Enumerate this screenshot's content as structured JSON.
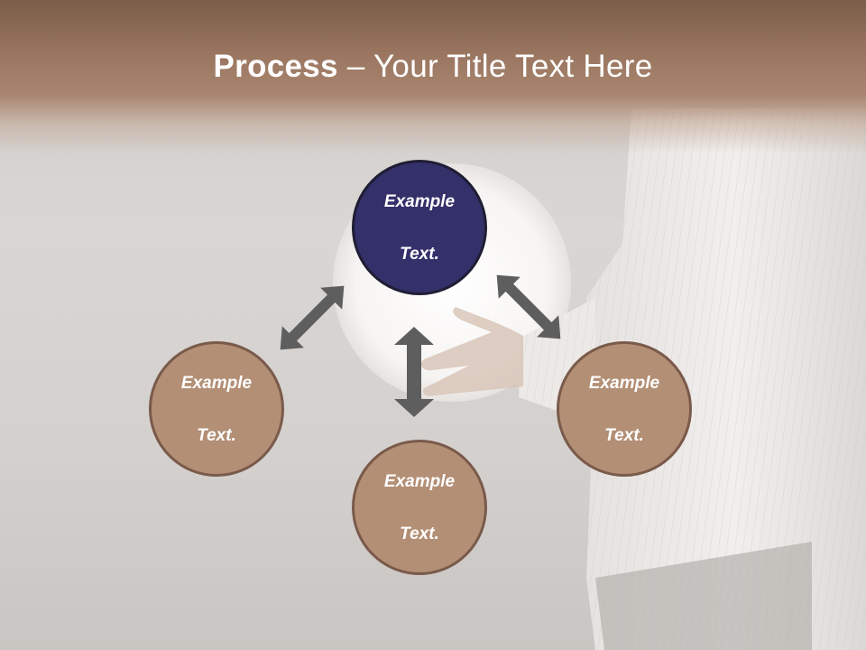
{
  "slide": {
    "title_bold": "Process",
    "title_rest": " – Your Title Text Here"
  },
  "diagram": {
    "nodes": [
      {
        "id": "top",
        "line1": "Example",
        "line2": "Text."
      },
      {
        "id": "left",
        "line1": "Example",
        "line2": "Text."
      },
      {
        "id": "right",
        "line1": "Example",
        "line2": "Text."
      },
      {
        "id": "bottom",
        "line1": "Example",
        "line2": "Text."
      }
    ],
    "colors": {
      "header_band": "#9a7660",
      "top_node_fill": "#34306a",
      "side_node_fill": "#b38f76",
      "side_node_border": "#7a5a4a",
      "arrow": "#5e5e5e"
    }
  }
}
